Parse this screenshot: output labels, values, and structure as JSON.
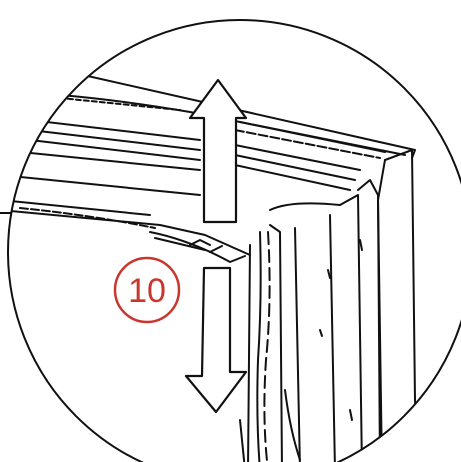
{
  "diagram": {
    "step_number": "10",
    "accent_color": "#c8372d",
    "line_color": "#111111",
    "arrows": [
      {
        "direction": "up",
        "icon": "arrow-up-icon"
      },
      {
        "direction": "down",
        "icon": "arrow-down-icon"
      }
    ]
  }
}
